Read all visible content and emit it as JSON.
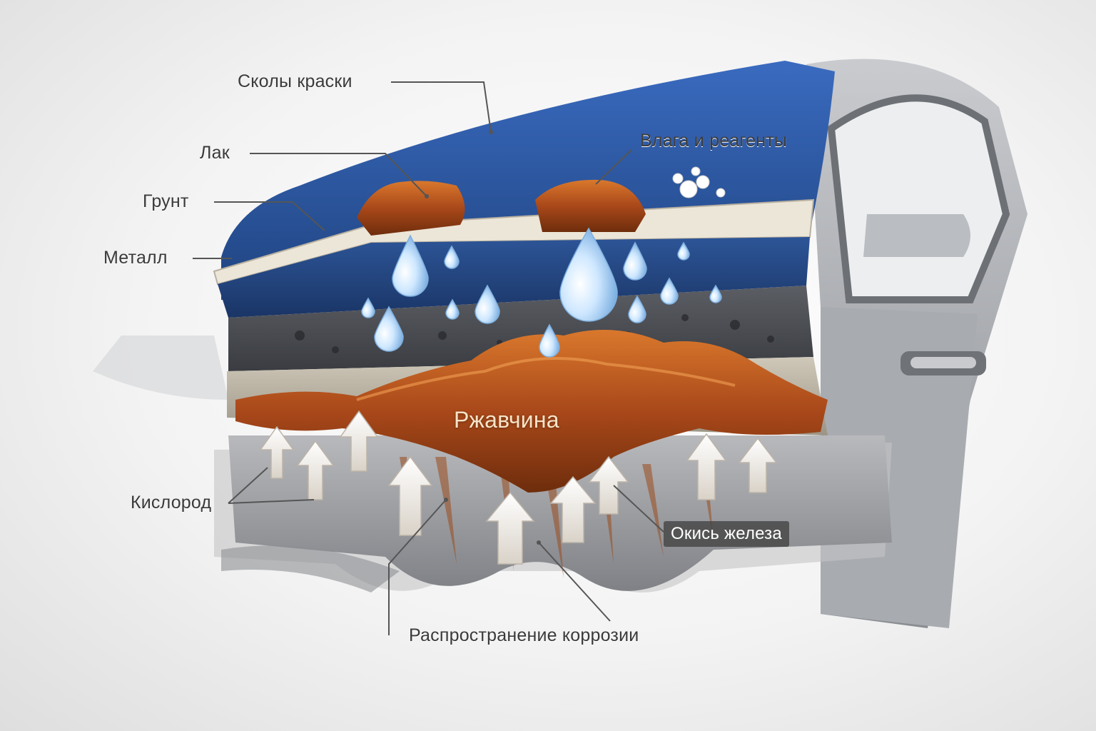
{
  "labels": {
    "paint_chips": "Сколы краски",
    "clear_coat": "Лак",
    "primer": "Грунт",
    "metal": "Металл",
    "moisture_reagents": "Влага и реагенты",
    "rust": "Ржавчина",
    "oxygen": "Кислород",
    "iron_oxide": "Окись железа",
    "corrosion_spread": "Распространение коррозии"
  },
  "colors": {
    "paint": "#2f5ca8",
    "paint_dark": "#1d3e7a",
    "clear_coat": "#e9e4d8",
    "primer": "#4a4d53",
    "metal": "#b9b2a4",
    "rust": "#b8561c",
    "rust_dark": "#6e2d0c",
    "water": "#bfe0ff",
    "car_body": "#8c8f94",
    "leader_line": "#555555"
  }
}
